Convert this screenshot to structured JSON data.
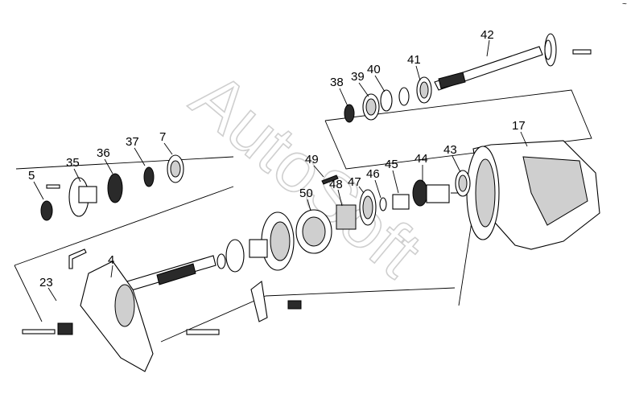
{
  "diagram": {
    "watermark": "AutoSoft",
    "corner_mark": "~",
    "callouts": [
      {
        "id": "c42",
        "text": "42"
      },
      {
        "id": "c41",
        "text": "41"
      },
      {
        "id": "c40",
        "text": "40"
      },
      {
        "id": "c39",
        "text": "39"
      },
      {
        "id": "c38",
        "text": "38"
      },
      {
        "id": "c17",
        "text": "17"
      },
      {
        "id": "c43",
        "text": "43"
      },
      {
        "id": "c44",
        "text": "44"
      },
      {
        "id": "c45",
        "text": "45"
      },
      {
        "id": "c46",
        "text": "46"
      },
      {
        "id": "c47",
        "text": "47"
      },
      {
        "id": "c48",
        "text": "48"
      },
      {
        "id": "c49",
        "text": "49"
      },
      {
        "id": "c50",
        "text": "50"
      },
      {
        "id": "c7",
        "text": "7"
      },
      {
        "id": "c37",
        "text": "37"
      },
      {
        "id": "c36",
        "text": "36"
      },
      {
        "id": "c35",
        "text": "35"
      },
      {
        "id": "c5",
        "text": "5"
      },
      {
        "id": "c4",
        "text": "4"
      },
      {
        "id": "c23",
        "text": "23"
      }
    ]
  }
}
